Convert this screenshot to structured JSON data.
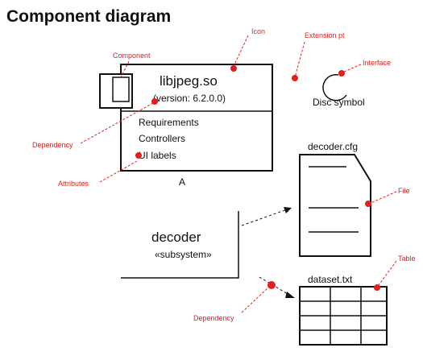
{
  "diagram": {
    "title": "Component diagram",
    "component": {
      "name": "libjpeg.so",
      "version": "(version: 6.2.0.0)",
      "items": [
        "Requirements",
        "Controllers",
        "UI labels"
      ]
    },
    "decoder": {
      "name": "decoder",
      "stereotype": "«subsystem»"
    },
    "document": {
      "name": "decoder.cfg"
    },
    "table": {
      "name": "dataset.txt"
    },
    "disk_label": "Disc symbol",
    "annotations": {
      "label_left": "Component",
      "label_icon": "Icon",
      "label_top_right": "Extension pt",
      "label_top_far": "Interface",
      "label_dependency_left": "Dependency",
      "label_attribute": "Attributes",
      "label_doc": "File",
      "label_table": "Table",
      "label_dependency_bottom": "Dependency"
    },
    "colors": {
      "annotation": "#e02020",
      "line": "#111111"
    }
  }
}
